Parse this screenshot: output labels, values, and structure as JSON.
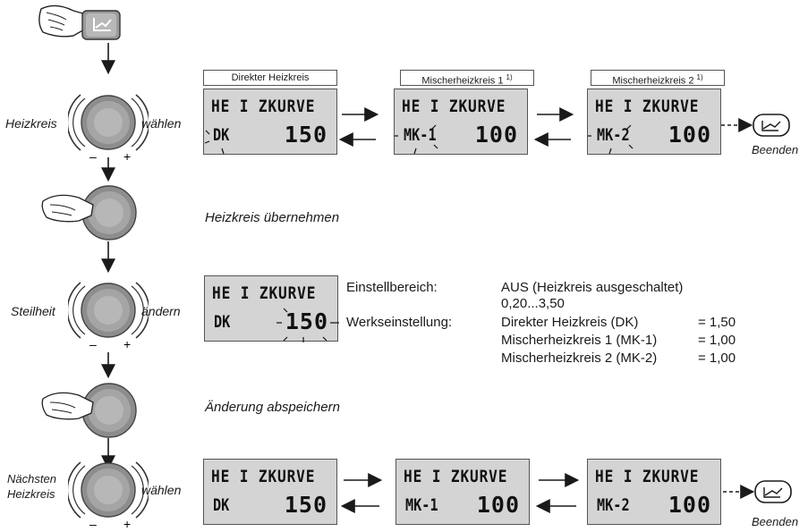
{
  "lcd": {
    "title": "HE I ZKURVE",
    "dk_label": "DK",
    "mk1_label": "MK-1",
    "mk2_label": "MK-2",
    "dk_value": "150",
    "mk_value": "100"
  },
  "headers": {
    "direct": "Direkter Heizkreis",
    "mixer1": "Mischerheizkreis 1",
    "mixer2": "Mischerheizkreis 2",
    "footnote": "1)"
  },
  "steps": {
    "row1_left": "Heizkreis",
    "row1_right": "wählen",
    "row2_caption": "Heizkreis übernehmen",
    "row3_left": "Steilheit",
    "row3_right": "ändern",
    "row4_caption": "Änderung abspeichern",
    "row5_left_1": "Nächsten",
    "row5_left_2": "Heizkreis",
    "row5_right": "wählen",
    "end": "Beenden"
  },
  "settings": {
    "range_label": "Einstellbereich:",
    "range_line1": "AUS (Heizkreis ausgeschaltet)",
    "range_line2": "0,20...3,50",
    "factory_label": "Werkseinstellung:",
    "factory_rows": [
      {
        "name": "Direkter Heizkreis  (DK)",
        "value": "= 1,50"
      },
      {
        "name": "Mischerheizkreis 1 (MK-1)",
        "value": "= 1,00"
      },
      {
        "name": "Mischerheizkreis 2 (MK-2)",
        "value": "= 1,00"
      }
    ]
  },
  "icons": [
    "hand-icon",
    "curve-button-icon",
    "rotary-knob-icon",
    "arrow-icon"
  ]
}
